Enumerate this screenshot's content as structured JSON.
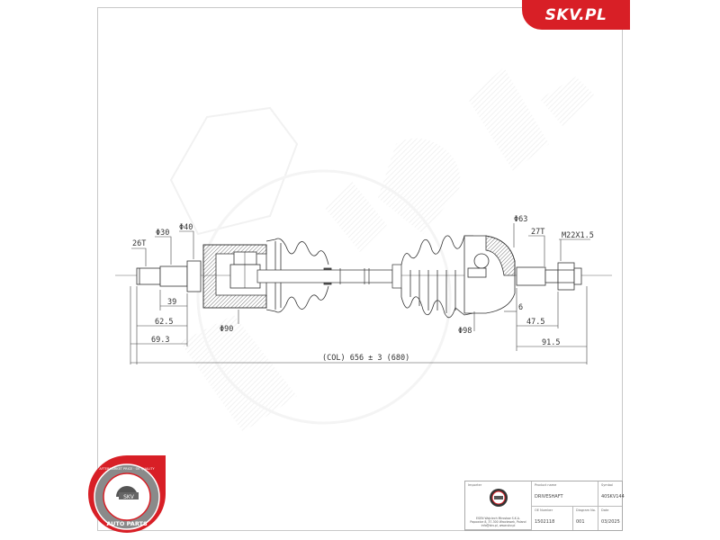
{
  "brand": {
    "label": "SKV.PL",
    "color": "#d81f26"
  },
  "drawing": {
    "title": "Driveshaft technical drawing",
    "callouts": {
      "inner_spline": "26T",
      "inner_dia_30": "Φ30",
      "inner_dia_40": "Φ40",
      "inner_joint_dia": "Φ90",
      "outer_joint_dia_63": "Φ63",
      "outer_spline": "27T",
      "outer_thread": "M22X1.5",
      "outer_joint_dia_98": "Φ98",
      "abs_offset": "6"
    },
    "dimensions": {
      "d39": "39",
      "d62_5": "62.5",
      "d69_3": "69.3",
      "d47_5": "47.5",
      "d91_5": "91.5",
      "overall": "(COL) 656 ± 3 (680)"
    }
  },
  "badge": {
    "ring_text": "AFTERMARKET PRICE · OE QUALITY",
    "center": "SKV",
    "bottom_text": "AUTO PARTS"
  },
  "title_block": {
    "importer_label": "Importer",
    "importer_address": [
      "ESEN Wojciech Mirosław S.K.A.",
      "Papowice 8, 37-300 Wrocławek, Poland",
      "info@skv.pl, www.skv.pl"
    ],
    "product_name_label": "Product name",
    "product_name": "DRIVESHAFT",
    "symbol_label": "Symbol",
    "symbol": "40SKV144",
    "oe_number_label": "OE Number",
    "oe_number": "1502118",
    "drawing_no_label": "Diagram No.",
    "drawing_no": "001",
    "date_label": "Date",
    "date": "03/2025"
  }
}
